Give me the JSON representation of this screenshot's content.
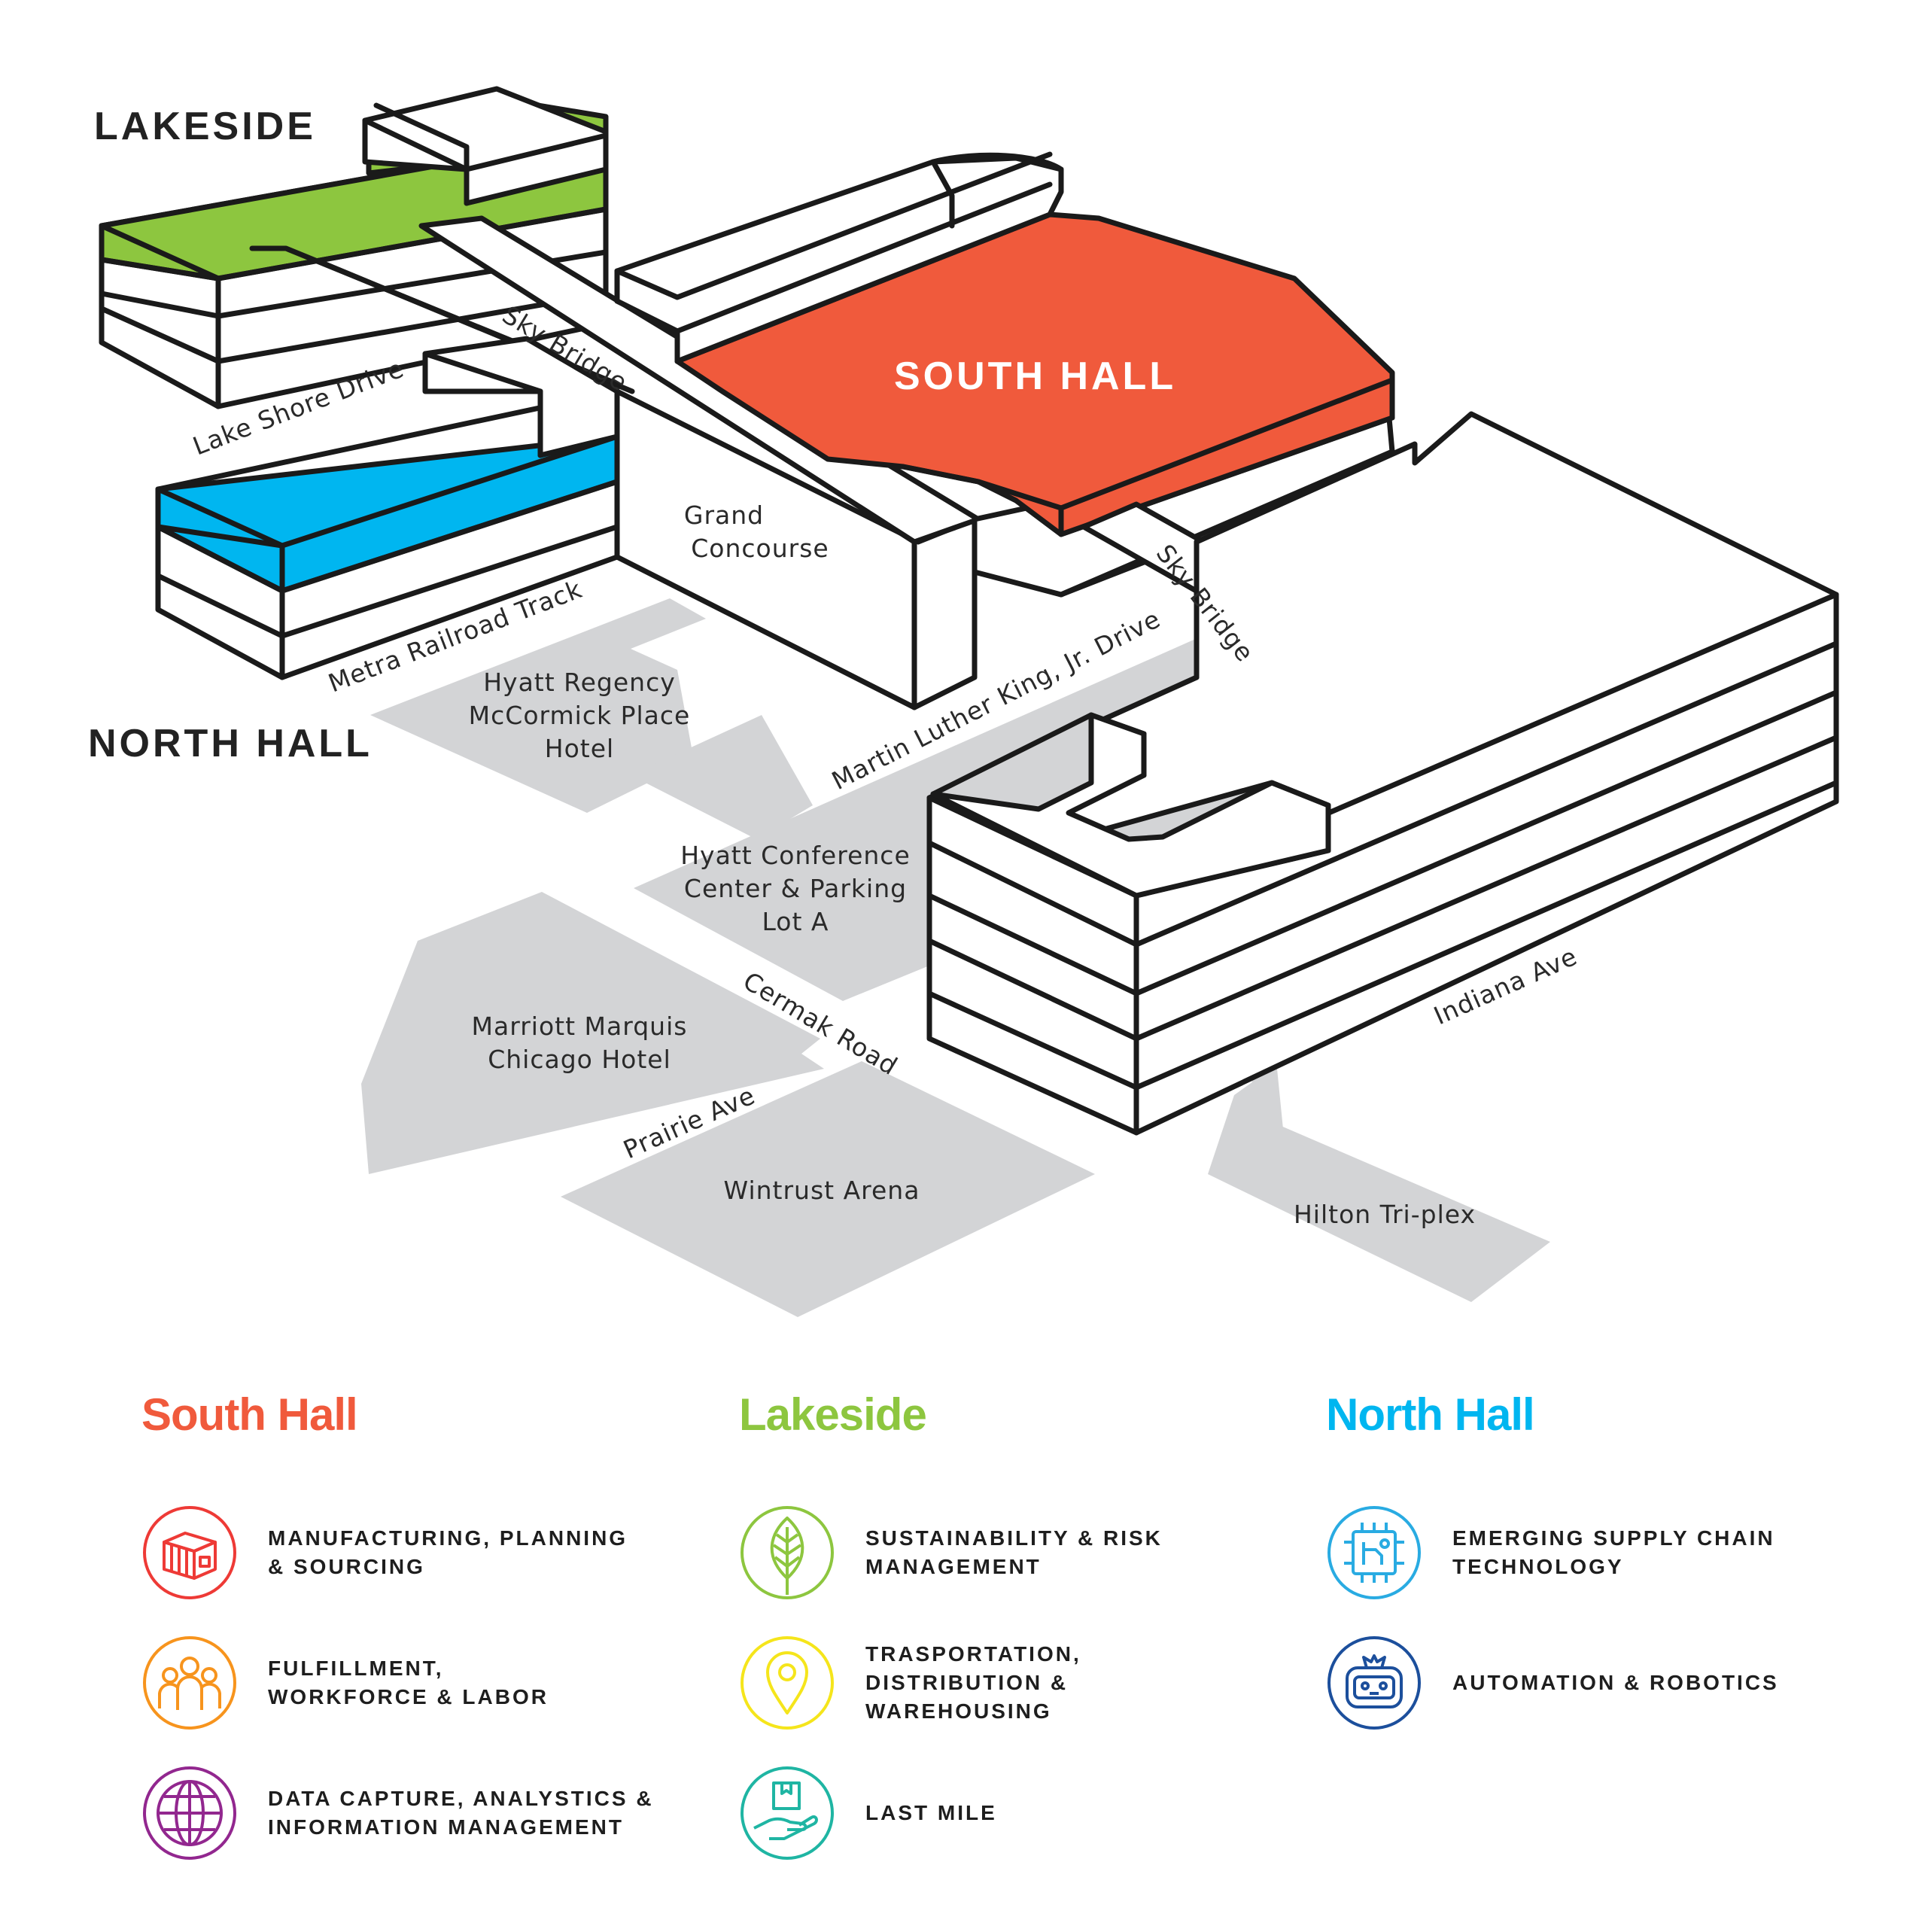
{
  "buildings": {
    "lakeside": {
      "label": "LAKESIDE",
      "color": "#8dc63f"
    },
    "north_hall": {
      "label": "NORTH HALL",
      "color": "#00b6f0"
    },
    "south_hall": {
      "label": "SOUTH HALL",
      "color": "#f05a3c"
    }
  },
  "map_labels": {
    "sky_bridge_1": "Sky Bridge",
    "sky_bridge_2": "Sky Bridge",
    "lake_shore_drive": "Lake Shore Drive",
    "grand_concourse_1": "Grand",
    "grand_concourse_2": "Concourse",
    "metra_railroad": "Metra Railroad Track",
    "hyatt_regency_1": "Hyatt Regency",
    "hyatt_regency_2": "McCormick Place",
    "hyatt_regency_3": "Hotel",
    "mlk_drive": "Martin Luther King, Jr. Drive",
    "hyatt_conf_1": "Hyatt Conference",
    "hyatt_conf_2": "Center & Parking",
    "hyatt_conf_3": "Lot A",
    "cermak_road": "Cermak Road",
    "marriott_1": "Marriott Marquis",
    "marriott_2": "Chicago Hotel",
    "prairie_ave": "Prairie Ave",
    "wintrust_arena": "Wintrust Arena",
    "indiana_ave": "Indiana Ave",
    "hilton_triplex": "Hilton Tri-plex"
  },
  "legend": {
    "south_hall": {
      "title": "South Hall",
      "color": "#f05a3c",
      "items": [
        {
          "icon": "boxes-icon",
          "color": "#ee3a36",
          "lines": [
            "MANUFACTURING, PLANNING",
            "& SOURCING"
          ]
        },
        {
          "icon": "people-icon",
          "color": "#f7941d",
          "lines": [
            "FULFILLMENT,",
            "WORKFORCE & LABOR"
          ]
        },
        {
          "icon": "globe-icon",
          "color": "#92278f",
          "lines": [
            "DATA CAPTURE, ANALYSTICS &",
            "INFORMATION MANAGEMENT"
          ]
        }
      ]
    },
    "lakeside": {
      "title": "Lakeside",
      "color": "#8dc63f",
      "items": [
        {
          "icon": "leaf-icon",
          "color": "#8dc63f",
          "lines": [
            "SUSTAINABILITY & RISK",
            "MANAGEMENT"
          ]
        },
        {
          "icon": "location-pin-icon",
          "color": "#f5e51b",
          "lines": [
            "TRASPORTATION,",
            "DISTRIBUTION &",
            "WAREHOUSING"
          ]
        },
        {
          "icon": "hand-package-icon",
          "color": "#1fb5a3",
          "lines": [
            "LAST MILE"
          ]
        }
      ]
    },
    "north_hall": {
      "title": "North Hall",
      "color": "#00b6f0",
      "items": [
        {
          "icon": "circuit-chip-icon",
          "color": "#29abe2",
          "lines": [
            "EMERGING SUPPLY CHAIN",
            "TECHNOLOGY"
          ]
        },
        {
          "icon": "robot-icon",
          "color": "#1c4f9c",
          "lines": [
            "AUTOMATION & ROBOTICS"
          ]
        }
      ]
    }
  }
}
